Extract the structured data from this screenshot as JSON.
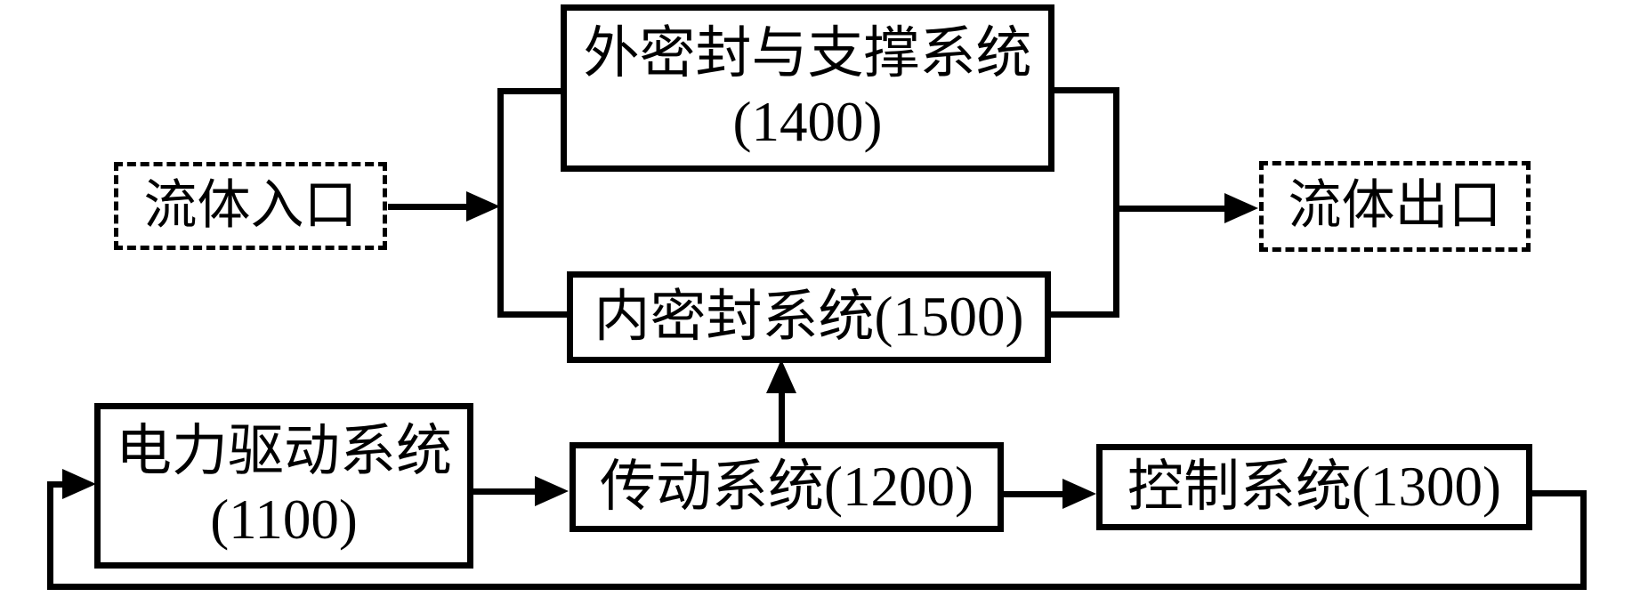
{
  "diagram": {
    "colors": {
      "background": "#ffffff",
      "line": "#000000"
    },
    "boxes": {
      "outer_seal": {
        "line1": "外密封与支撑系统",
        "line2": "(1400)"
      },
      "inner_seal": {
        "label": "内密封系统(1500)"
      },
      "fluid_inlet": {
        "label": "流体入口"
      },
      "fluid_outlet": {
        "label": "流体出口"
      },
      "power_drive": {
        "line1": "电力驱动系统",
        "line2": "(1100)"
      },
      "transmission": {
        "label": "传动系统(1200)"
      },
      "control": {
        "label": "控制系统(1300)"
      }
    }
  }
}
